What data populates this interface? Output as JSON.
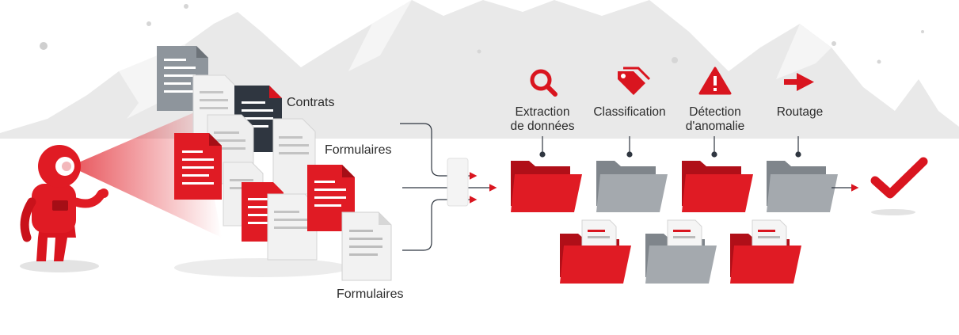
{
  "document_labels": {
    "contracts": "Contrats",
    "forms_top": "Formulaires",
    "forms_bottom": "Formulaires"
  },
  "steps": [
    {
      "label": "Extraction\nde données",
      "icon": "magnifier-icon",
      "folder": "red"
    },
    {
      "label": "Classification",
      "icon": "tag-icon",
      "folder": "gray"
    },
    {
      "label": "Détection\nd'anomalie",
      "icon": "warning-icon",
      "folder": "red"
    },
    {
      "label": "Routage",
      "icon": "arrow-right-icon",
      "folder": "gray"
    }
  ],
  "output_icon": "checkmark-icon",
  "stored_folders": [
    "red",
    "gray",
    "red"
  ],
  "colors": {
    "accent": "#d9151f",
    "accent_dark": "#b00f18",
    "gray_folder": "#9ea3a8",
    "dark_doc": "#2f3640",
    "mountain": "#e6e6e6",
    "text": "#2b2b2b"
  }
}
